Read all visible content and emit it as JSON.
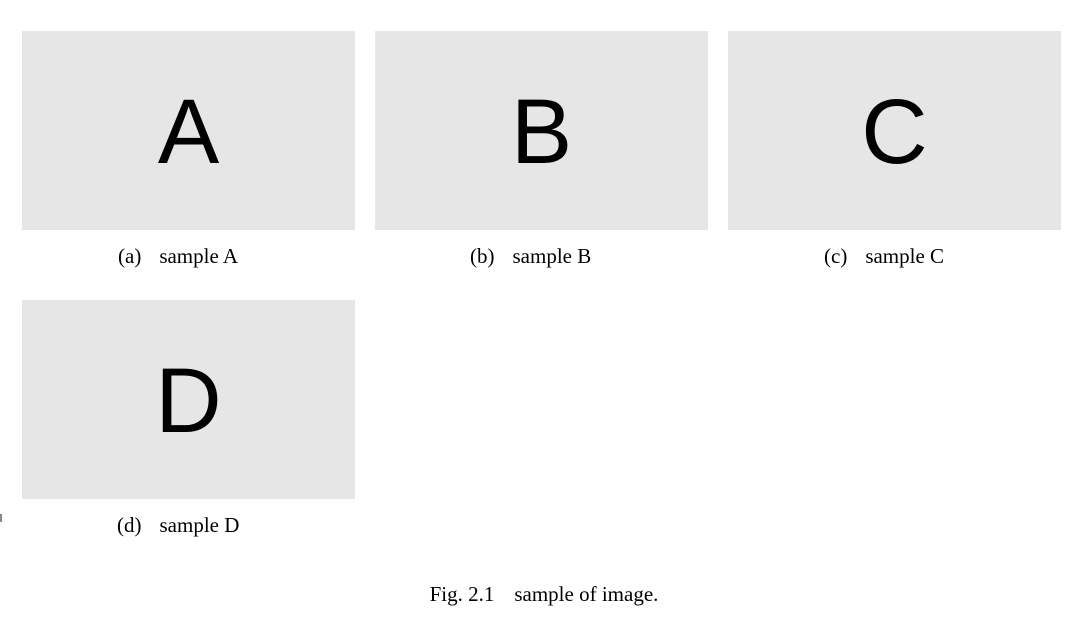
{
  "figure": {
    "number": "Fig. 2.1",
    "caption": "sample of image."
  },
  "panels": [
    {
      "letter": "A",
      "tag": "(a)",
      "label": "sample A"
    },
    {
      "letter": "B",
      "tag": "(b)",
      "label": "sample B"
    },
    {
      "letter": "C",
      "tag": "(c)",
      "label": "sample C"
    },
    {
      "letter": "D",
      "tag": "(d)",
      "label": "sample D"
    }
  ],
  "colors": {
    "panel_fill": "#e6e6e6",
    "text": "#000000"
  }
}
